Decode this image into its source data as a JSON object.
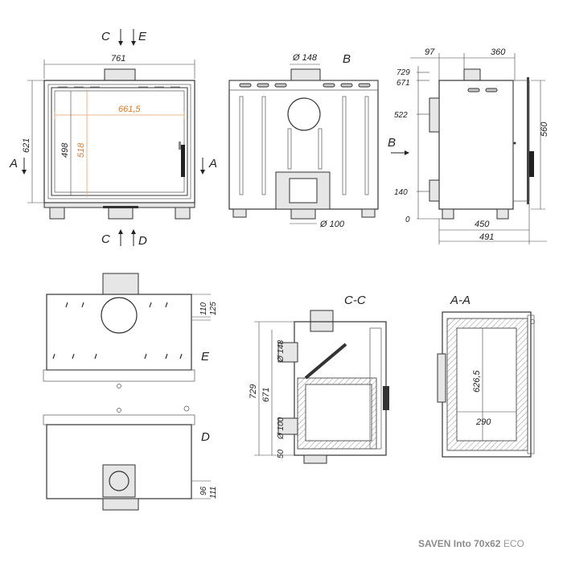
{
  "brand": {
    "name": "SAVEN Into 70x62",
    "suffix": "ECO"
  },
  "section_labels": {
    "C1": "C",
    "E1": "E",
    "A_left": "A",
    "A_right": "A",
    "C2": "C",
    "D1": "D",
    "B_top": "B",
    "B_arrow": "B",
    "E_view": "E",
    "D_view": "D",
    "CC": "C-C",
    "AA": "A-A"
  },
  "front": {
    "width": "761",
    "height": "621",
    "inner_width": "661,5",
    "inner_h1": "498",
    "inner_h2": "518"
  },
  "back": {
    "dia_top": "Ø 148",
    "dia_bottom": "Ø 100"
  },
  "side": {
    "d97": "97",
    "d360": "360",
    "d729": "729",
    "d671": "671",
    "d522": "522",
    "d560": "560",
    "d140": "140",
    "d0": "0",
    "d450": "450",
    "d491": "491"
  },
  "top_view": {
    "d110": "110",
    "d125": "125"
  },
  "bottom_view": {
    "d96": "96",
    "d111": "111"
  },
  "section_cc": {
    "d729": "729",
    "d671": "671",
    "dia148": "Ø 148",
    "dia100": "Ø 100",
    "d50": "50"
  },
  "section_aa": {
    "d626": "626,5",
    "d290": "290"
  }
}
